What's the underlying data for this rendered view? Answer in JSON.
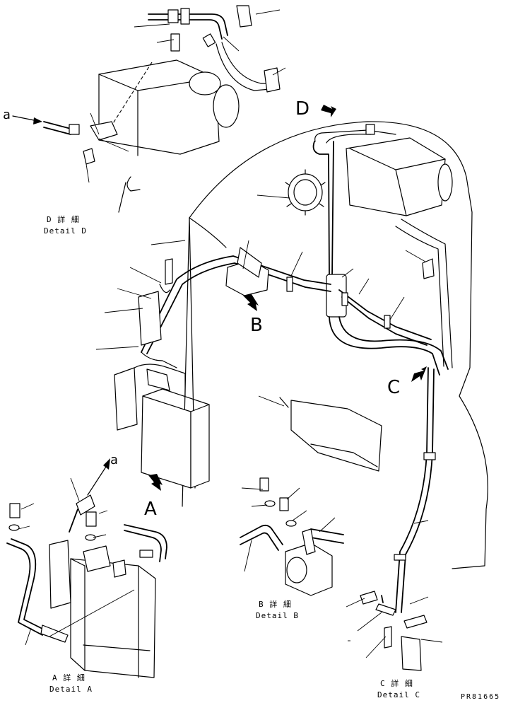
{
  "diagram": {
    "labels": {
      "view_a": "A",
      "view_b": "B",
      "view_c": "C",
      "view_d": "D",
      "connection_a": "a"
    },
    "details": {
      "a": {
        "ja": "A 詳 細",
        "en": "Detail A"
      },
      "b": {
        "ja": "B 詳 細",
        "en": "Detail B"
      },
      "c": {
        "ja": "C 詳 細",
        "en": "Detail C"
      },
      "d": {
        "ja": "D 詳 細",
        "en": "Detail D"
      }
    },
    "drawing_code": "PR81665"
  }
}
